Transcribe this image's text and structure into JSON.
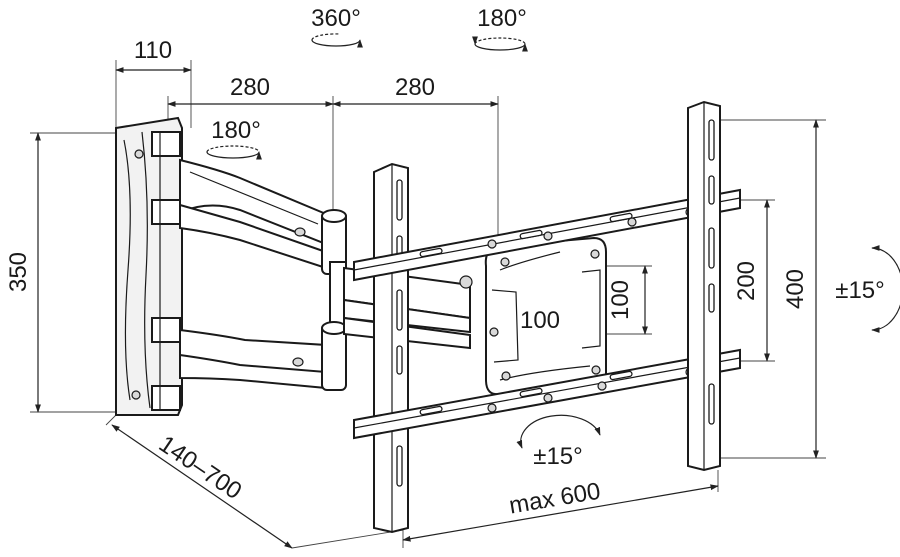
{
  "labels": {
    "wall_width": "110",
    "arm1_length": "280",
    "arm2_length": "280",
    "rotation_top": "360°",
    "swivel_top": "180°",
    "swivel_wall": "180°",
    "wall_height": "350",
    "depth_range": "140–700",
    "vesa_h": "100",
    "vesa_v": "100",
    "rail_spacing": "200",
    "height_max": "400",
    "tilt": "±15°",
    "level": "±15°",
    "width_max": "max 600"
  }
}
